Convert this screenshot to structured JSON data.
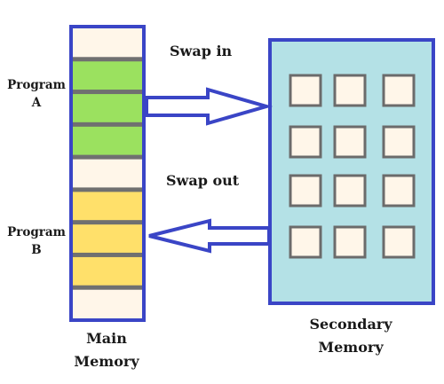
{
  "labels": {
    "swap_in": "Swap in",
    "swap_out": "Swap out",
    "program_a_line1": "Program",
    "program_a_line2": "A",
    "program_b_line1": "Program",
    "program_b_line2": "B",
    "main_memory_line1": "Main",
    "main_memory_line2": "Memory",
    "secondary_memory_line1": "Secondary",
    "secondary_memory_line2": "Memory"
  },
  "colors": {
    "frame_blue": "#3a45c6",
    "free_block": "#fff6e9",
    "program_a_block": "#9be15f",
    "program_b_block": "#ffe06a",
    "secondary_bg": "#b4e1e6",
    "separator": "#707070"
  },
  "main_memory": {
    "blocks": [
      "free",
      "program_a",
      "program_a",
      "program_a",
      "free",
      "program_b",
      "program_b",
      "program_b",
      "free"
    ]
  },
  "secondary_memory": {
    "grid_rows": 4,
    "grid_cols": 3
  }
}
